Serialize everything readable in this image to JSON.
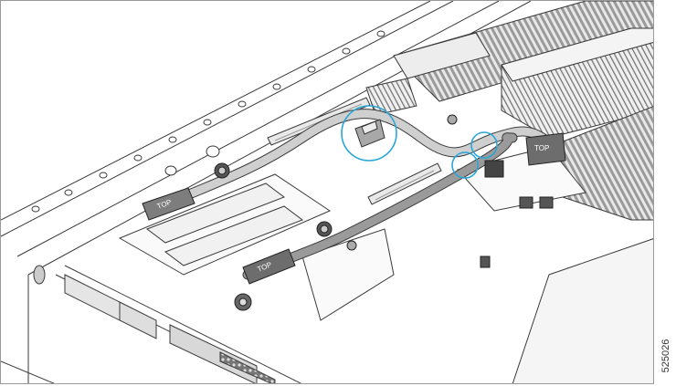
{
  "figure": {
    "id_label": "525026",
    "cable_labels": [
      "TOP",
      "TOP",
      "TOP"
    ]
  },
  "colors": {
    "line": "#3a3a3a",
    "cable": "#bdbdbd",
    "cable_dark": "#8c8c8c",
    "callout": "#2aa6d8",
    "chassis": "#f7f7f7"
  },
  "icons": [
    "callout-circle-icon",
    "thumbscrew-icon",
    "connector-icon"
  ]
}
